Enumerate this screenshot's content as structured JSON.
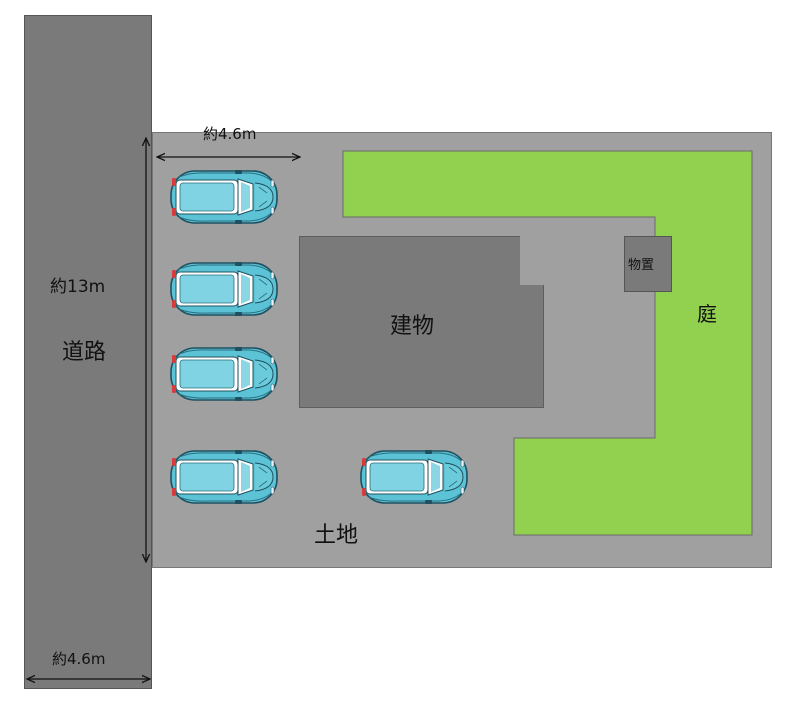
{
  "labels": {
    "road": "道路",
    "building": "建物",
    "garden": "庭",
    "land": "土地",
    "storage": "物置"
  },
  "dimensions": {
    "depth": "約13m",
    "parking_width": "約4.6m",
    "road_width": "約4.6m"
  },
  "parking": {
    "car_count": 5
  },
  "colors": {
    "road": "#7a7a7a",
    "land": "#a0a0a0",
    "building": "#7a7a7a",
    "garden": "#92d050",
    "car_body": "#5cc3d6"
  }
}
